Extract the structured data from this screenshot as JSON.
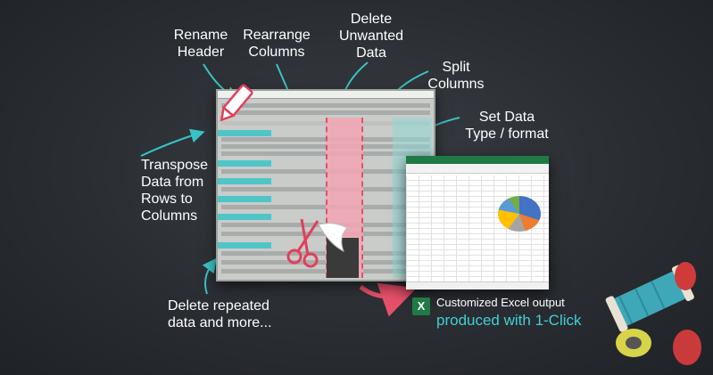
{
  "labels": {
    "rename_header": "Rename\nHeader",
    "rearrange_columns": "Rearrange\nColumns",
    "delete_unwanted": "Delete\nUnwanted\nData",
    "split_columns": "Split\nColumns",
    "set_data_type": "Set Data\nType / format",
    "transpose": "Transpose\nData from\nRows to\nColumns",
    "delete_repeated": "Delete repeated\ndata and more..."
  },
  "output": {
    "line1": "Customized Excel output",
    "line2": "produced with 1-Click",
    "icon_letter": "X"
  },
  "colors": {
    "accent_teal": "#3fd0d4",
    "arrow_teal": "#38c4c7",
    "highlight_pink": "#f4a6b4",
    "excel_green": "#1f7a45"
  }
}
